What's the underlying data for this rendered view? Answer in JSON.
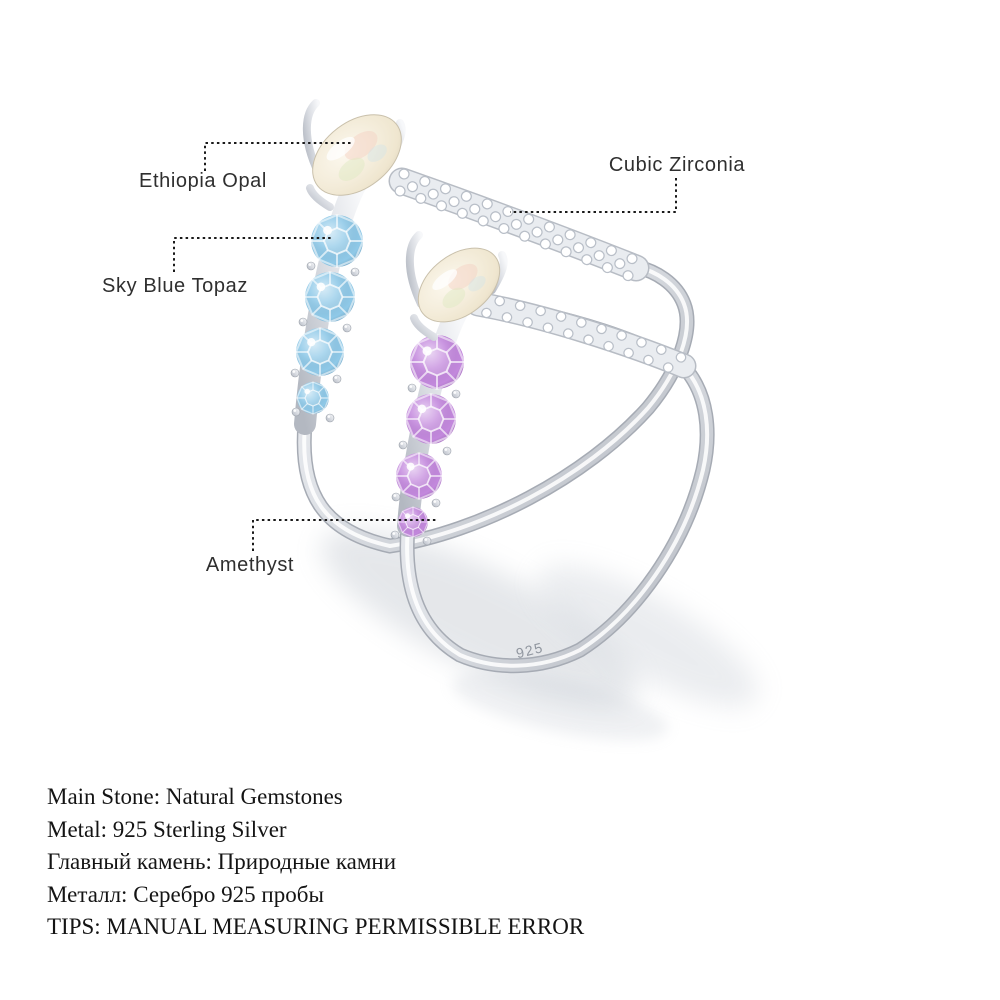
{
  "annotations": {
    "ethiopia_opal": "Ethiopia Opal",
    "sky_blue_topaz": "Sky Blue Topaz",
    "cubic_zirconia": "Cubic Zirconia",
    "amethyst": "Amethyst"
  },
  "specs": {
    "lines": [
      "Main Stone: Natural Gemstones",
      "Metal: 925 Sterling Silver",
      "Главный камень: Природные камни",
      "Металл: Серебро 925 пробы",
      "TIPS: MANUAL MEASURING PERMISSIBLE ERROR"
    ]
  },
  "product": {
    "engraving": "925"
  },
  "colors": {
    "background": "#ffffff",
    "label_text": "#2f2f2f",
    "spec_text": "#141414",
    "leader_line": "#1a1a1a",
    "metal_silver": "#cdd1d7",
    "opal": "#f3ecda",
    "sky_blue_topaz": "#9fd2ec",
    "amethyst": "#c388dd",
    "cubic_zirconia": "#f2f4f7",
    "shadow": "#aab2bd"
  }
}
